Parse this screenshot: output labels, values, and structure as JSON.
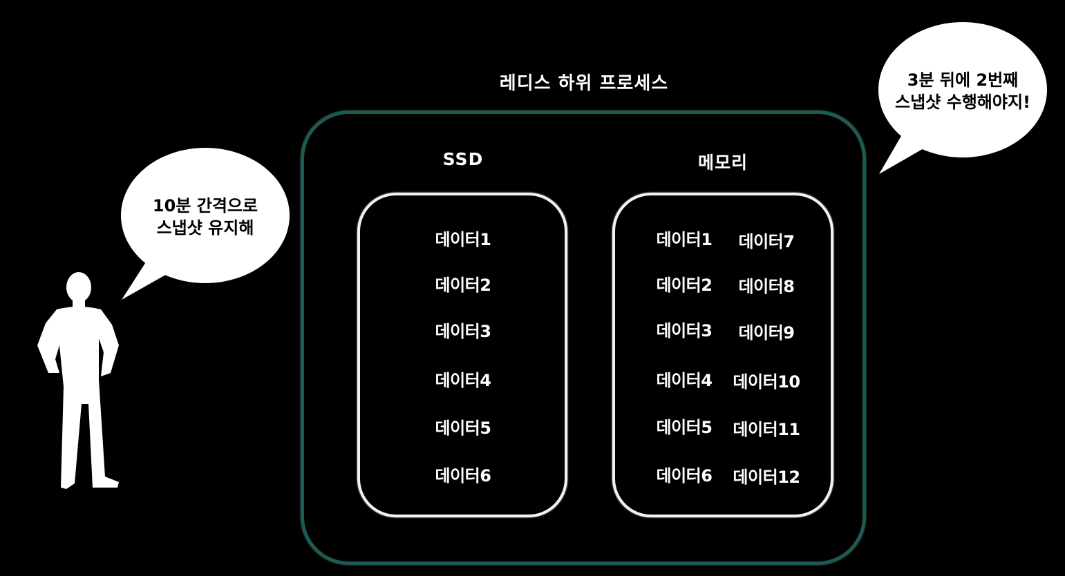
{
  "title": "레디스 하위 프로세스",
  "ssd": {
    "label": "SSD",
    "items": [
      "데이터1",
      "데이터2",
      "데이터3",
      "데이터4",
      "데이터5",
      "데이터6"
    ]
  },
  "memory": {
    "label": "메모리",
    "left_items": [
      "데이터1",
      "데이터2",
      "데이터3",
      "데이터4",
      "데이터5",
      "데이터6"
    ],
    "right_items": [
      "데이터7",
      "데이터8",
      "데이터9",
      "데이터10",
      "데이터11",
      "데이터12"
    ]
  },
  "person_bubble": {
    "line1": "10분 간격으로",
    "line2": "스냅샷 유지해"
  },
  "process_bubble": {
    "line1": "3분 뒤에 2번째",
    "line2": "스냅샷 수행해야지!"
  },
  "colors": {
    "background": "#000000",
    "outer_border": "#1f5a52",
    "inner_border": "#f2f2f2",
    "bubble": "#ffffff"
  }
}
